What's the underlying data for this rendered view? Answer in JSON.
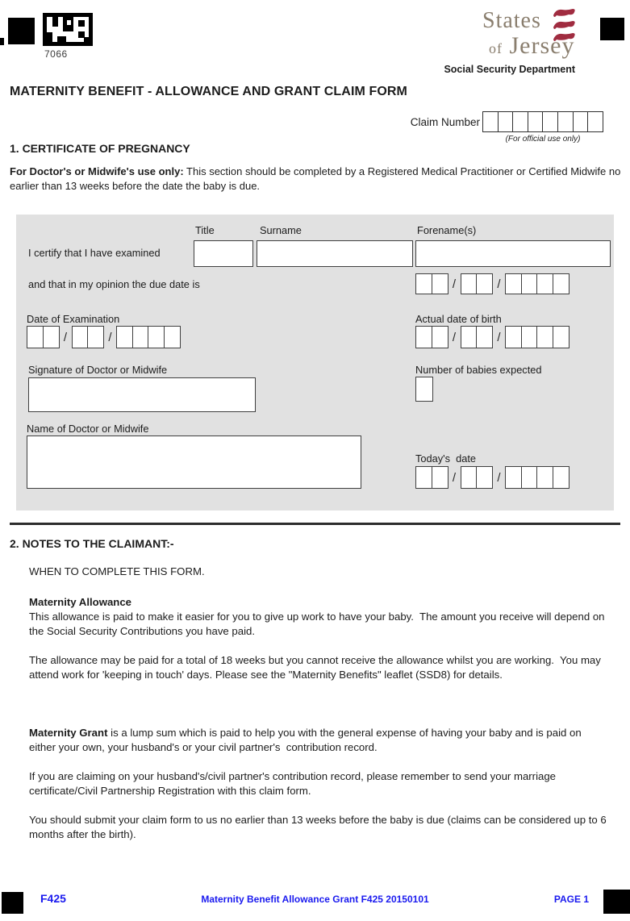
{
  "header": {
    "barcode_number": "7066",
    "logo": {
      "states": "States",
      "of": "of",
      "jersey": "Jersey"
    },
    "department": "Social Security Department"
  },
  "title": "MATERNITY BENEFIT - ALLOWANCE AND GRANT CLAIM FORM",
  "claim_number": {
    "label": "Claim Number",
    "cells": 8,
    "note": "(For official use only)"
  },
  "section1": {
    "heading": "1. CERTIFICATE OF PREGNANCY",
    "instruction_lead": "For Doctor's or Midwife's use only:",
    "instruction_body": " This section should be completed by a Registered Medical Practitioner or Certified Midwife no earlier than 13 weeks before the date the baby is due.",
    "date_separator": "/",
    "date_cells": {
      "day": 2,
      "month": 2,
      "year": 4
    },
    "fields": {
      "title_label": "Title",
      "surname_label": "Surname",
      "forenames_label": "Forename(s)",
      "certify_text": "I certify that I have examined",
      "due_date_text": "and that in my opinion the due date is",
      "date_of_examination": "Date of Examination",
      "actual_date_of_birth": "Actual date of birth",
      "signature": "Signature of Doctor or Midwife",
      "babies_expected": "Number of babies expected",
      "name": "Name of Doctor or Midwife",
      "todays_date": "Today's  date"
    }
  },
  "section2": {
    "heading": "2. NOTES TO THE CLAIMANT:-",
    "subheading": "WHEN TO COMPLETE THIS FORM.",
    "allowance_heading": "Maternity Allowance",
    "allowance_p1": "This allowance is paid to make it easier for you to give up work to have your baby.  The amount you receive will depend on the Social Security Contributions you have paid.",
    "allowance_p2": "The allowance may be paid for a total of 18 weeks but you cannot receive the allowance whilst you are working.  You may attend work for 'keeping in touch' days. Please see the \"Maternity Benefits\" leaflet (SSD8) for details.",
    "grant_lead": "Maternity Grant",
    "grant_body": " is a lump sum which is paid to help you with the general expense of having your baby and is paid on either your own, your husband's or your civil partner's  contribution record.",
    "grant_p2": "If you are claiming on your husband's/civil partner's contribution record, please remember to send your marriage certificate/Civil Partnership Registration with this claim form.",
    "grant_p3": "You should submit your claim form to us no earlier than 13 weeks before the baby is due (claims can be considered up to 6 months after the birth)."
  },
  "footer": {
    "form_code": "F425",
    "document_ref": "Maternity Benefit Allowance Grant F425 20150101",
    "page_label": "PAGE 1"
  },
  "colors": {
    "accent_blue": "#1a1aef",
    "logo_taupe": "#8a7e6e",
    "crest_red": "#a02c40",
    "panel_gray": "#e1e1e1"
  }
}
